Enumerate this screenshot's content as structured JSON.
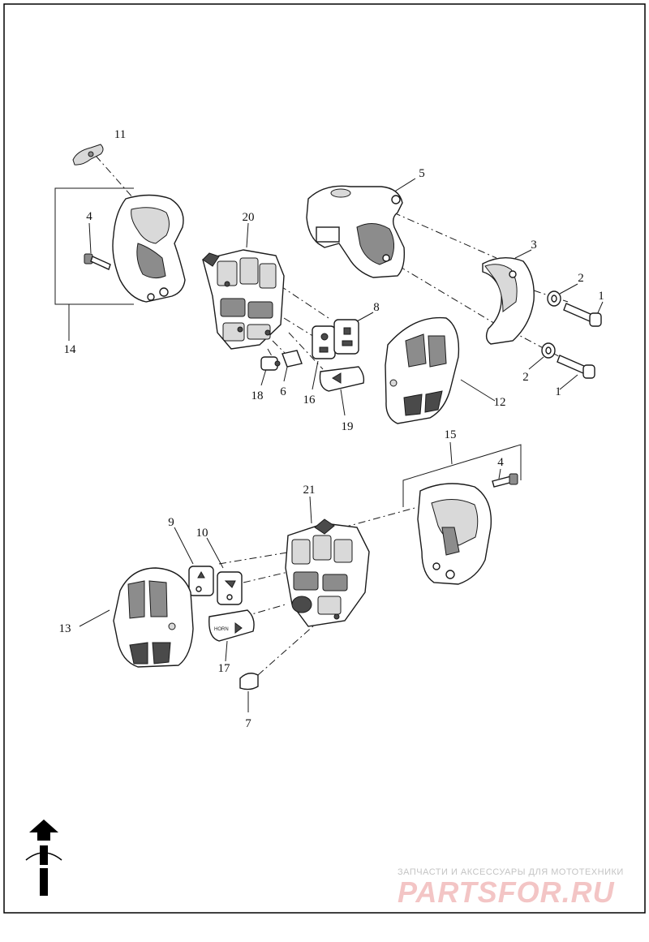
{
  "callouts": [
    {
      "id": "1a",
      "text": "1"
    },
    {
      "id": "1b",
      "text": "1"
    },
    {
      "id": "2a",
      "text": "2"
    },
    {
      "id": "2b",
      "text": "2"
    },
    {
      "id": "3",
      "text": "3"
    },
    {
      "id": "4a",
      "text": "4"
    },
    {
      "id": "4b",
      "text": "4"
    },
    {
      "id": "5",
      "text": "5"
    },
    {
      "id": "6",
      "text": "6"
    },
    {
      "id": "7",
      "text": "7"
    },
    {
      "id": "8",
      "text": "8"
    },
    {
      "id": "9",
      "text": "9"
    },
    {
      "id": "10",
      "text": "10"
    },
    {
      "id": "11",
      "text": "11"
    },
    {
      "id": "12",
      "text": "12"
    },
    {
      "id": "13",
      "text": "13"
    },
    {
      "id": "14",
      "text": "14"
    },
    {
      "id": "15",
      "text": "15"
    },
    {
      "id": "16",
      "text": "16"
    },
    {
      "id": "17",
      "text": "17"
    },
    {
      "id": "18",
      "text": "18"
    },
    {
      "id": "19",
      "text": "19"
    },
    {
      "id": "20",
      "text": "20"
    },
    {
      "id": "21",
      "text": "21"
    }
  ],
  "button_labels": {
    "horn": "HORN"
  },
  "watermark": {
    "tagline": "ЗАПЧАСТИ И АКСЕССУАРЫ ДЛЯ МОТОТЕХНИКИ",
    "logo": "PARTSFOR.RU"
  },
  "colors": {
    "line": "#1a1a1a",
    "frame": "#000000",
    "watermark_logo": "#f3c5c5",
    "watermark_text": "#c4c4c4"
  },
  "icons": [
    "direction-arrow-icon",
    "handlebar-icon"
  ]
}
